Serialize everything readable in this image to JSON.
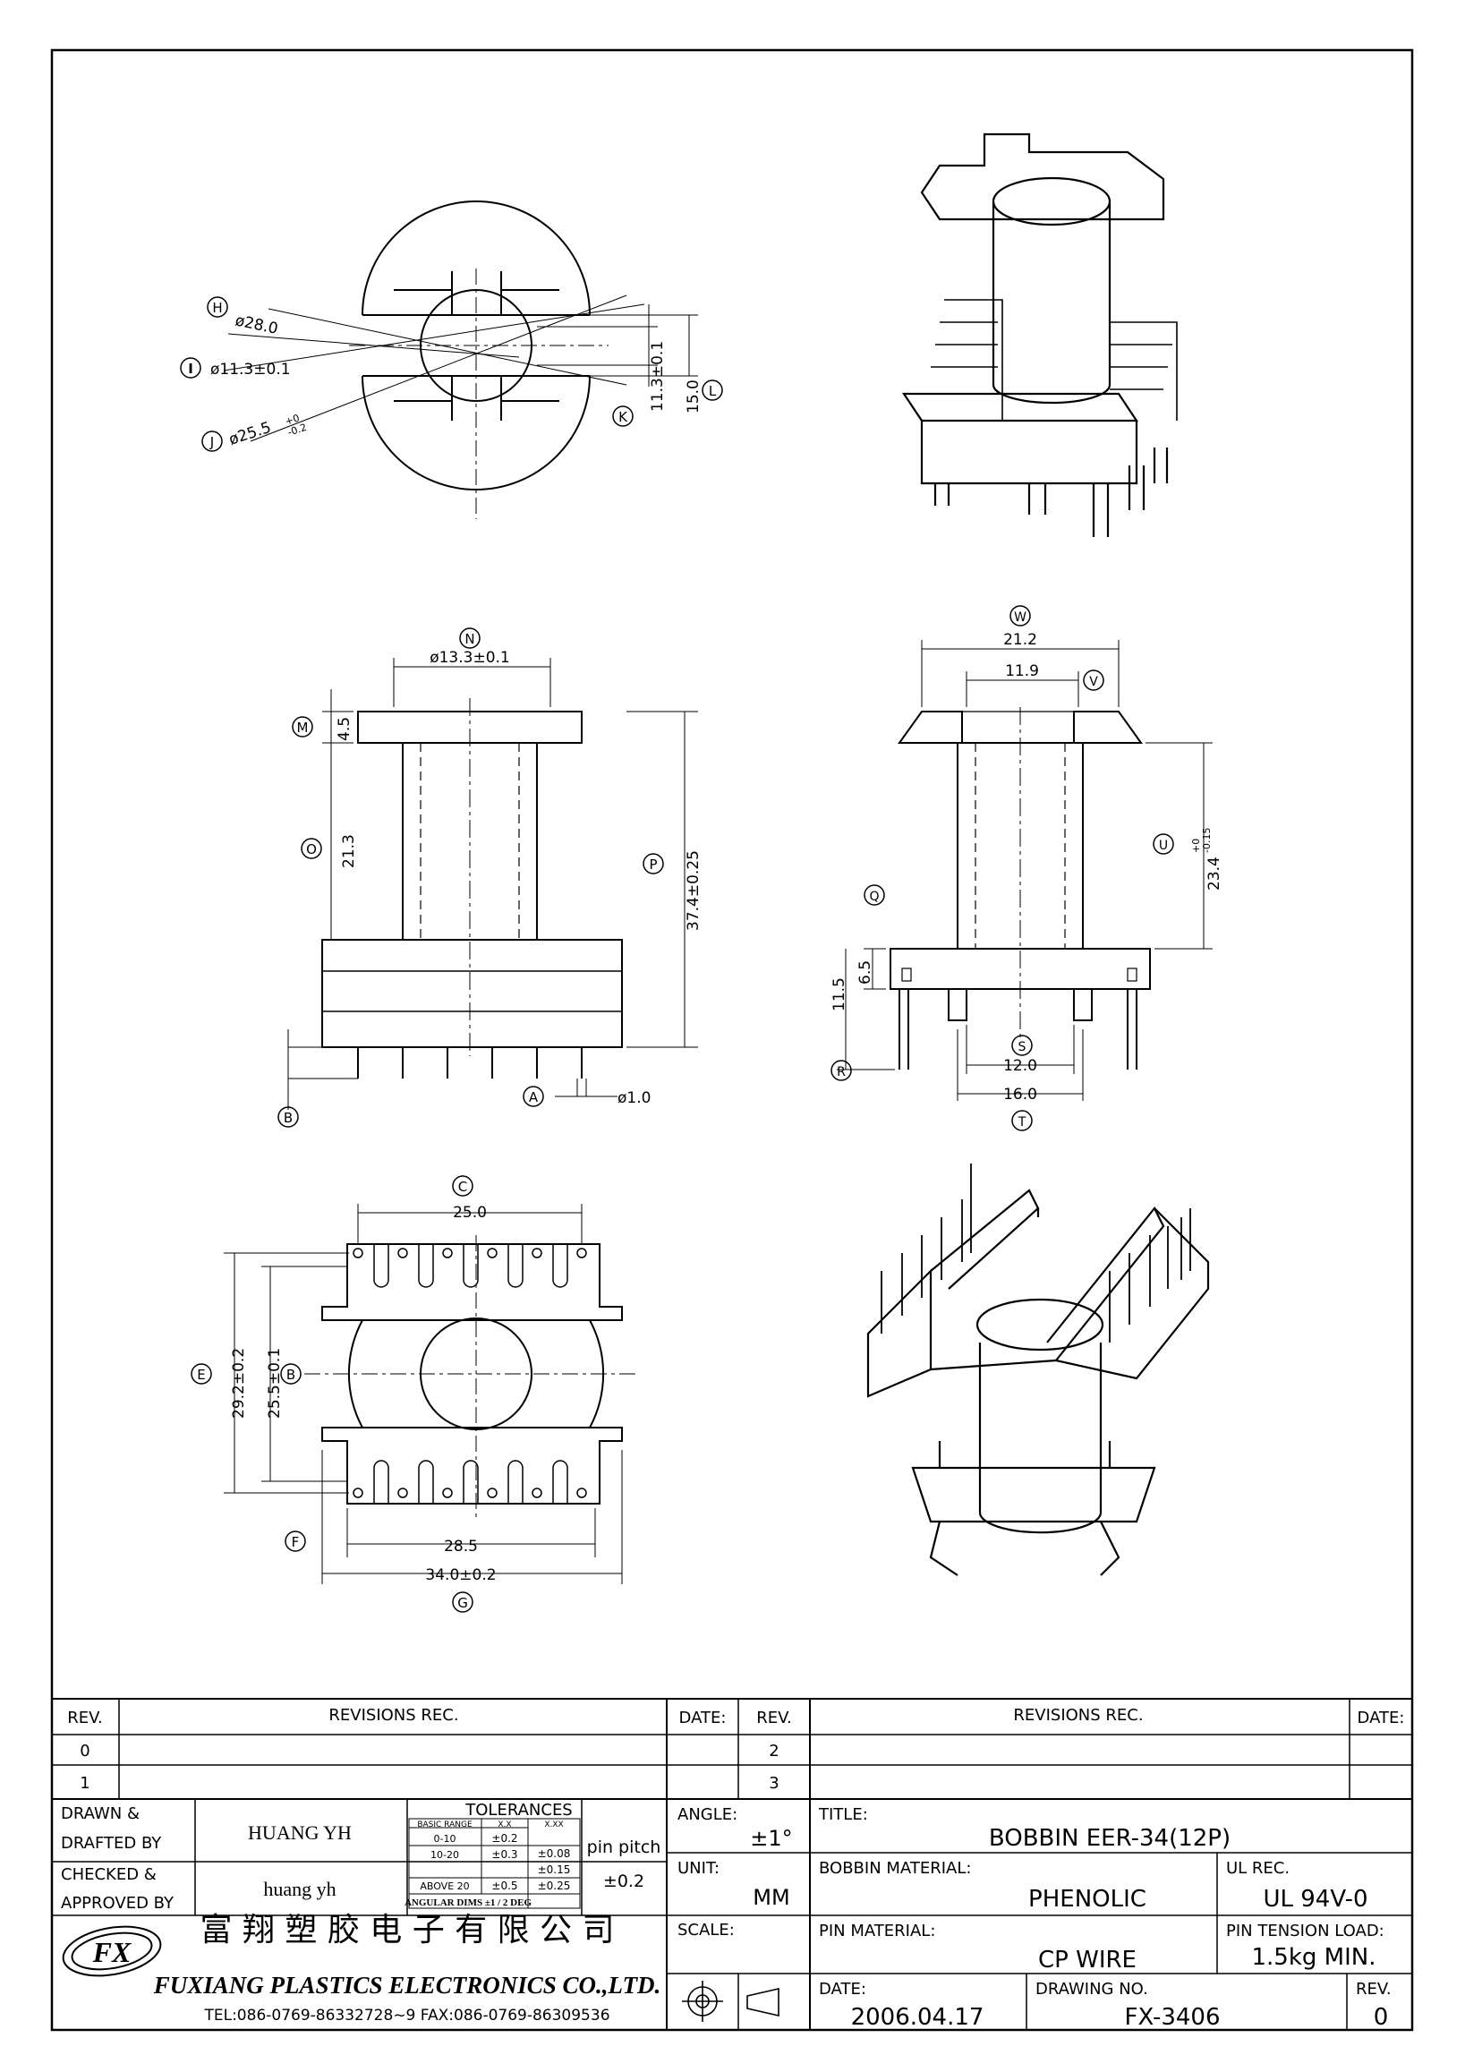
{
  "drawing": {
    "top_view": {
      "H": "H",
      "H_text": "ø28.0",
      "I": "I",
      "I_text": "ø11.3±0.1",
      "J": "J",
      "J_text": "ø25.5",
      "J_tol_upper": "+0",
      "J_tol_lower": "-0.2",
      "K": "K",
      "K_text": "11.3±0.1",
      "L": "L",
      "L_text": "15.0"
    },
    "front_view": {
      "N": "N",
      "N_text": "ø13.3±0.1",
      "M": "M",
      "M_text": "4.5",
      "O": "O",
      "O_text": "21.3",
      "P": "P",
      "P_text": "37.4±0.25",
      "A": "A",
      "A_text": "ø1.0",
      "B": "B"
    },
    "side_view": {
      "W": "W",
      "W_text": "21.2",
      "V": "V",
      "V_text": "11.9",
      "U": "U",
      "U_text": "23.4",
      "U_tol_upper": "+0",
      "U_tol_lower": "-0.15",
      "Q": "Q",
      "Q_text": "6.5",
      "R": "R",
      "R_text": "11.5",
      "S": "S",
      "S_text": "12.0",
      "T": "T",
      "T_text": "16.0"
    },
    "bottom_view": {
      "C": "C",
      "C_text": "25.0",
      "E": "E",
      "E_text": "29.2±0.2",
      "B": "B",
      "B_text": "25.5±0.1",
      "F": "F",
      "F_text": "28.5",
      "G": "G",
      "G_text": "34.0±0.2"
    }
  },
  "title_block": {
    "rev_header": "REV.",
    "revisions_header": "REVISIONS   REC.",
    "date_header": "DATE:",
    "rev_rows_left": [
      "0",
      "1"
    ],
    "rev_rows_right": [
      "2",
      "3"
    ],
    "drawn_label_1": "DRAWN &",
    "drawn_label_2": "DRAFTED BY",
    "drawn_name": "HUANG YH",
    "checked_label_1": "CHECKED &",
    "checked_label_2": "APPROVED BY",
    "checked_name": "huang yh",
    "tolerances_title": "TOLERANCES",
    "tol_table": {
      "headers": [
        "BASIC RANGE",
        "X.X",
        "X.XX"
      ],
      "rows": [
        [
          "0-10",
          "±0.2",
          "±0.08"
        ],
        [
          "10-20",
          "±0.3",
          "±0.15"
        ],
        [
          "ABOVE 20",
          "±0.5",
          "±0.25"
        ]
      ],
      "angular": "ANGULAR DIMS  ±1 / 2 DEG"
    },
    "pin_pitch_label": "pin pitch",
    "pin_pitch_value": "±0.2",
    "angle_label": "ANGLE:",
    "angle_value": "±1°",
    "unit_label": "UNIT:",
    "unit_value": "MM",
    "scale_label": "SCALE:",
    "title_label": "TITLE:",
    "title_value": "BOBBIN  EER-34(12P)",
    "bobbin_material_label": "BOBBIN MATERIAL:",
    "bobbin_material_value": "PHENOLIC",
    "ul_label": "UL REC.",
    "ul_value": "UL 94V-0",
    "pin_material_label": "PIN MATERIAL:",
    "pin_material_value": "CP  WIRE",
    "pin_tension_label": "PIN TENSION LOAD:",
    "pin_tension_value": "1.5kg  MIN.",
    "date_label": "DATE:",
    "date_value": "2006.04.17",
    "drawing_no_label": "DRAWING NO.",
    "drawing_no_value": "FX-3406",
    "rev_label": "REV.",
    "rev_value": "0",
    "company_cn": "富 翔 塑 胶 电 子 有 限 公 司",
    "company_en": "FUXIANG PLASTICS ELECTRONICS CO.,LTD.",
    "company_contact": "TEL:086-0769-86332728~9   FAX:086-0769-86309536",
    "logo_text": "FX"
  }
}
